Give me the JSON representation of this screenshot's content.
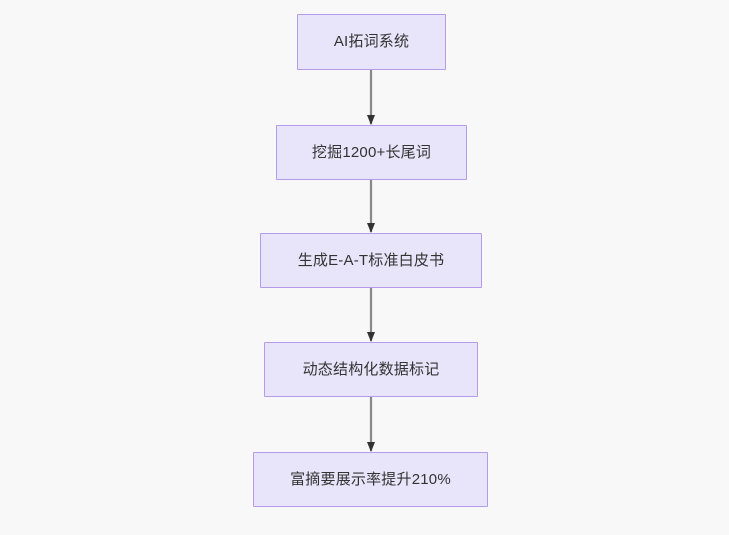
{
  "diagram": {
    "type": "flowchart",
    "direction": "top-to-bottom",
    "background_color": "#f8f8f8",
    "node_fill_color": "#e8e4fa",
    "node_border_color": "#b49cea",
    "node_text_color": "#333333",
    "edge_color": "#888888",
    "arrowhead_color": "#333333",
    "nodes": [
      {
        "id": "n0",
        "label": "AI拓词系统"
      },
      {
        "id": "n1",
        "label": "挖掘1200+长尾词"
      },
      {
        "id": "n2",
        "label": "生成E-A-T标准白皮书"
      },
      {
        "id": "n3",
        "label": "动态结构化数据标记"
      },
      {
        "id": "n4",
        "label": "富摘要展示率提升210%"
      }
    ],
    "edges": [
      {
        "from": "n0",
        "to": "n1",
        "label": ""
      },
      {
        "from": "n1",
        "to": "n2",
        "label": ""
      },
      {
        "from": "n2",
        "to": "n3",
        "label": ""
      },
      {
        "from": "n3",
        "to": "n4",
        "label": ""
      }
    ]
  }
}
